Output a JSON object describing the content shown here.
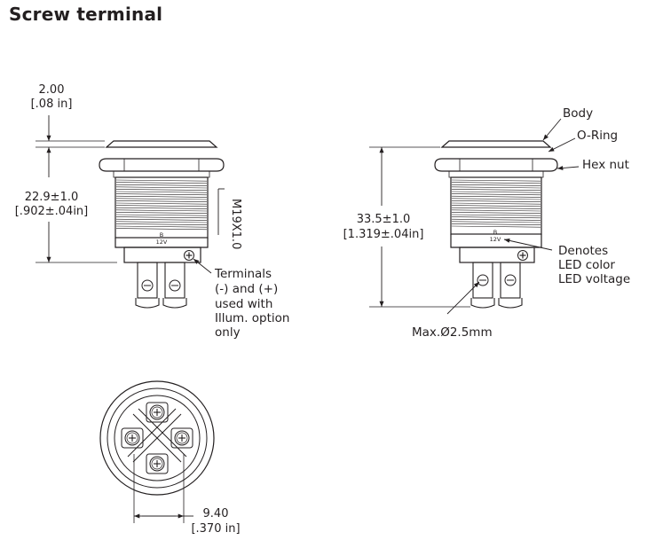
{
  "title": "Screw terminal",
  "side_view": {
    "dim_top_mm": "2.00",
    "dim_top_in": "[.08 in]",
    "dim_height_mm": "22.9±1.0",
    "dim_height_in": "[.902±.04in]",
    "thread_label": "M19X1.0",
    "marking_top": "B",
    "marking_bottom": "12V",
    "terminal_note": [
      "Terminals",
      "(-) and (+)",
      "used with",
      "Illum. option",
      "only"
    ]
  },
  "right_view": {
    "dim_height_mm": "33.5±1.0",
    "dim_height_in": "[1.319±.04in]",
    "marking_top": "B",
    "marking_bottom": "12V",
    "labels": {
      "body": "Body",
      "o_ring": "O-Ring",
      "hex_nut": "Hex nut",
      "denotes": [
        "Denotes",
        "LED color",
        "LED voltage"
      ],
      "max_diameter": "Max.Ø2.5mm"
    }
  },
  "bottom_view": {
    "dim_width_mm": "9.40",
    "dim_width_in": "[.370 in]"
  },
  "colors": {
    "ink": "#231f20",
    "background": "#ffffff"
  }
}
